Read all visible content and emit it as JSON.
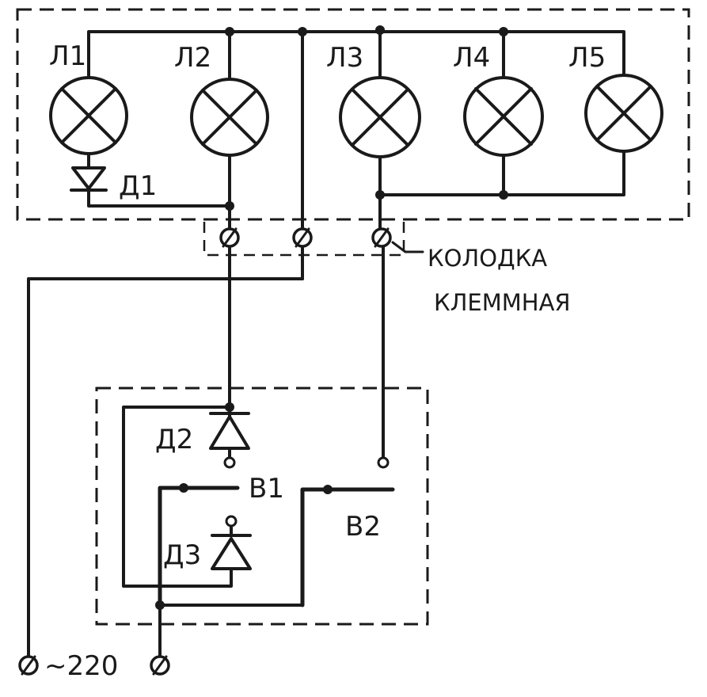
{
  "lamps": [
    "Л1",
    "Л2",
    "Л3",
    "Л4",
    "Л5"
  ],
  "diodes": [
    "Д1",
    "Д2",
    "Д3"
  ],
  "switches": [
    "В1",
    "В2"
  ],
  "terminal_block": [
    "КОЛОДКА",
    "КЛЕММНАЯ"
  ],
  "supply": "~220"
}
